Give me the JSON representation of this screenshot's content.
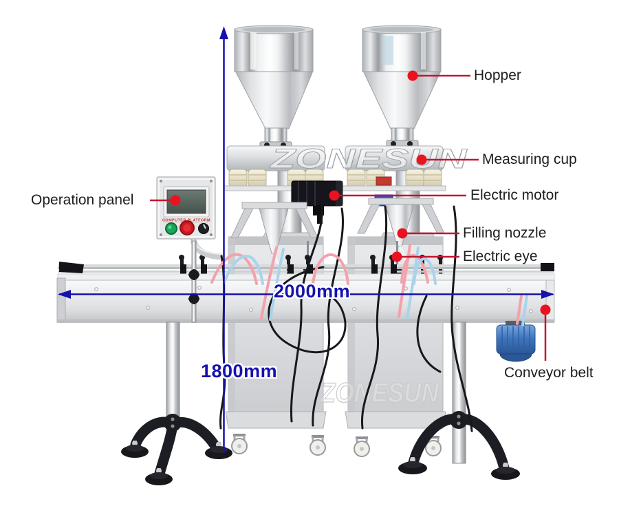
{
  "diagram": {
    "brand_watermark": "ZONESUN",
    "panel_text": "COMPUTER PLATFORM",
    "labels": {
      "hopper": "Hopper",
      "measuring_cup": "Measuring cup",
      "electric_motor": "Electric motor",
      "filling_nozzle": "Filling nozzle",
      "electric_eye": "Electric eye",
      "operation_panel": "Operation panel",
      "conveyor_belt": "Conveyor belt"
    },
    "dimensions": {
      "length": "2000mm",
      "height": "1800mm"
    },
    "colors": {
      "annotation_line": "#c41531",
      "annotation_dot": "#ea1220",
      "dimension_blue": "#1711ae",
      "label_text": "#1e1e1e"
    }
  }
}
